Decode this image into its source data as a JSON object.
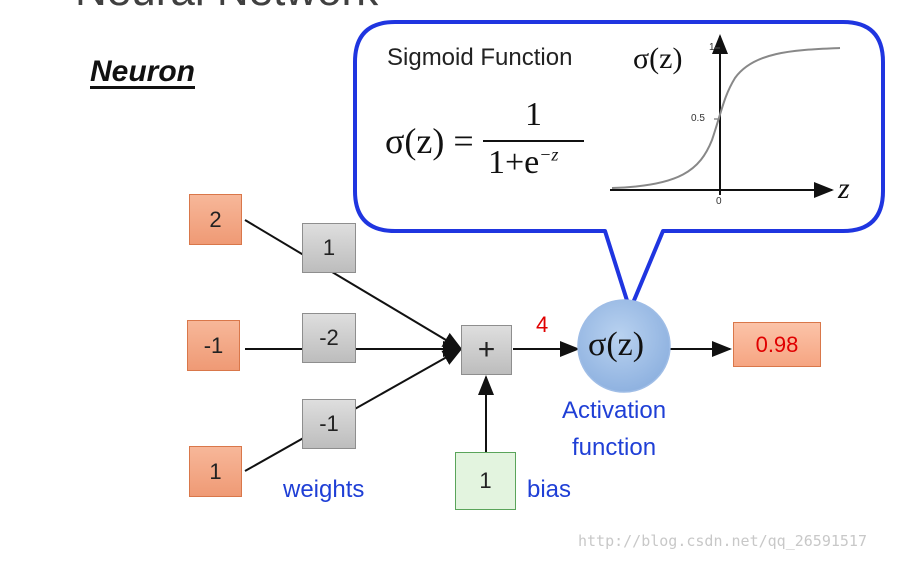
{
  "page": {
    "title": "Neural Network",
    "section_heading": "Neuron"
  },
  "inputs": [
    "2",
    "-1",
    "1"
  ],
  "weights": [
    "1",
    "-2",
    "-1"
  ],
  "weights_label": "weights",
  "sum": {
    "symbol": "+",
    "value": "4"
  },
  "bias": {
    "value": "1",
    "label": "bias"
  },
  "activation": {
    "symbol": "σ(z)",
    "label_line1": "Activation",
    "label_line2": "function"
  },
  "output": "0.98",
  "callout": {
    "title": "Sigmoid Function",
    "formula_lhs": "σ(z) =",
    "numerator": "1",
    "denominator_base": "1+e",
    "denominator_exp": "−z",
    "plot_label": "σ(z)",
    "axis_label": "z",
    "ticks": {
      "top": "1",
      "mid": "0.5",
      "origin": "0"
    }
  },
  "colors": {
    "callout_border": "#1f35e0",
    "red_value": "#e00000",
    "label_blue": "#1f3fd6"
  },
  "watermark": "http://blog.csdn.net/qq_26591517"
}
